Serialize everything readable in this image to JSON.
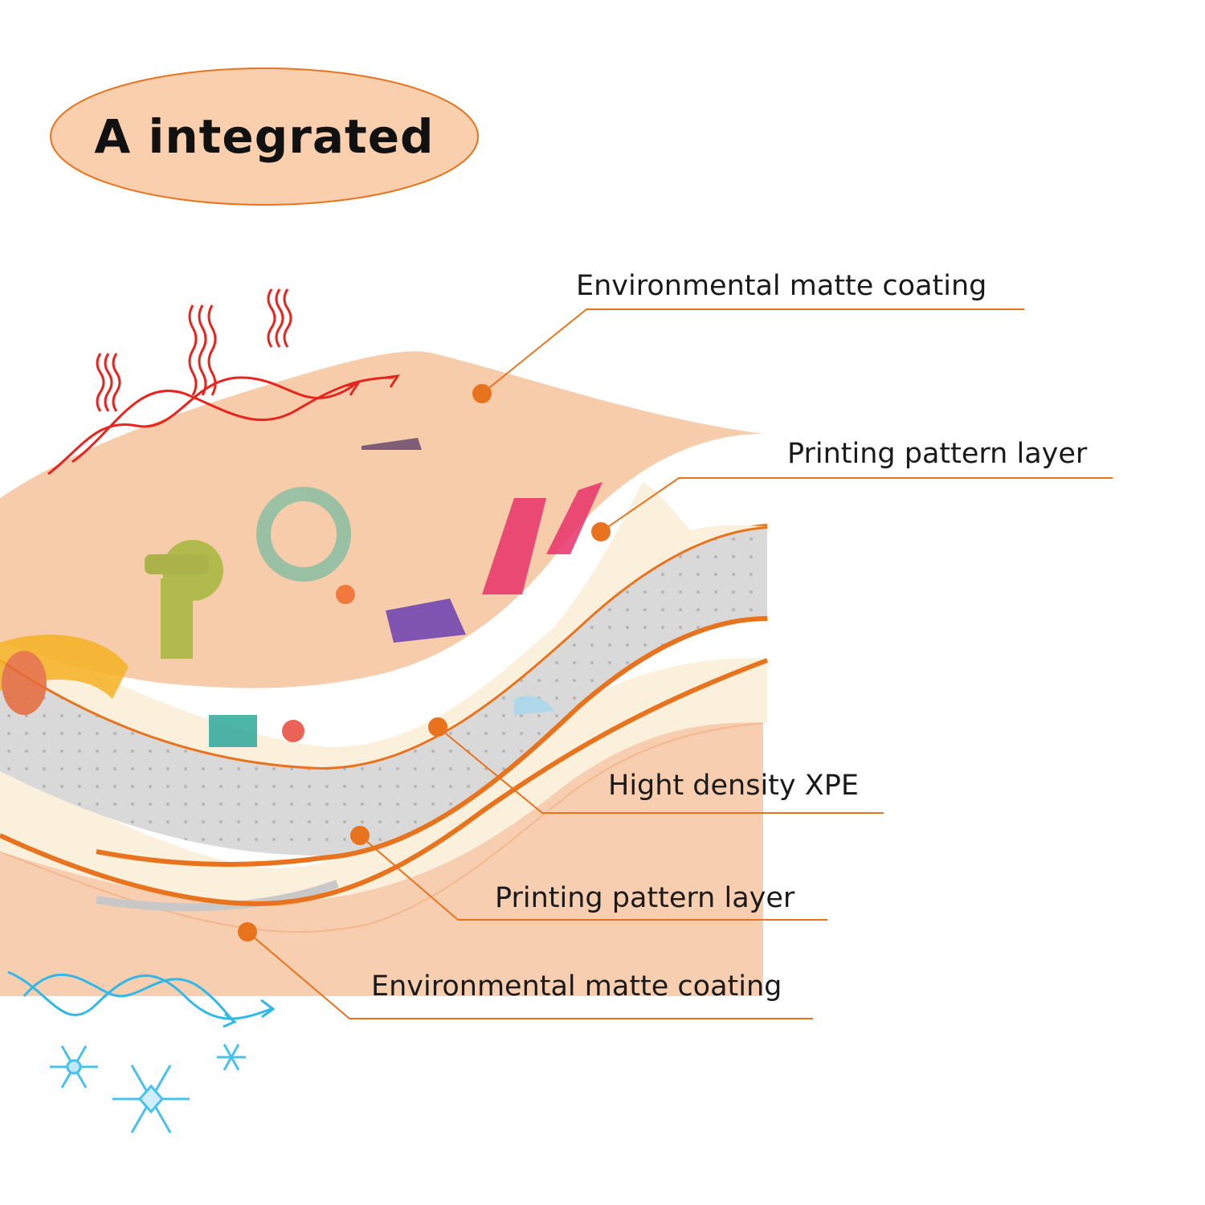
{
  "title": "A integrated",
  "labels": {
    "top_coating": "Environmental matte coating",
    "top_print": "Printing pattern layer",
    "core": "Hight density XPE",
    "bottom_print": "Printing pattern layer",
    "bottom_coating": "Environmental matte coating"
  },
  "colors": {
    "accent": "#e8731e",
    "coating": "#f6c9a6",
    "title_bubble": "#f9cfae",
    "core": "#d8d8d8",
    "print": "#fbf0dc",
    "heat": "#e8241e",
    "cold": "#2fb8e8"
  },
  "icons": {
    "heat": "heat-waves-icon",
    "cold": "snowflake-icon"
  }
}
